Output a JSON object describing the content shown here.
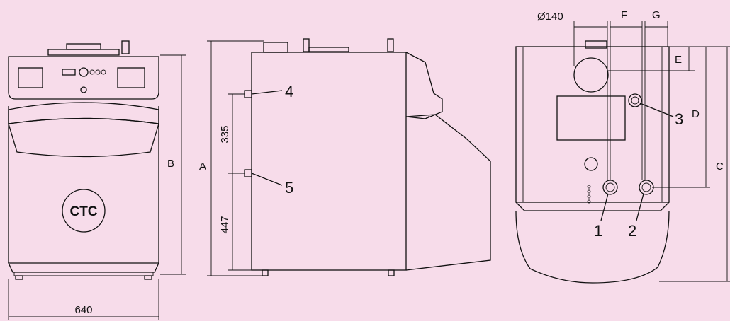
{
  "dimensions": {
    "width_640": "640",
    "height_B": "B",
    "height_A": "A",
    "dist_335": "335",
    "dist_447": "447",
    "flue_diameter": "Ø140",
    "offset_F": "F",
    "offset_G": "G",
    "offset_E": "E",
    "height_D": "D",
    "height_C": "C"
  },
  "connections": {
    "c1": "1",
    "c2": "2",
    "c3": "3",
    "c4": "4",
    "c5": "5"
  },
  "brand": {
    "logo_text": "CTC"
  }
}
